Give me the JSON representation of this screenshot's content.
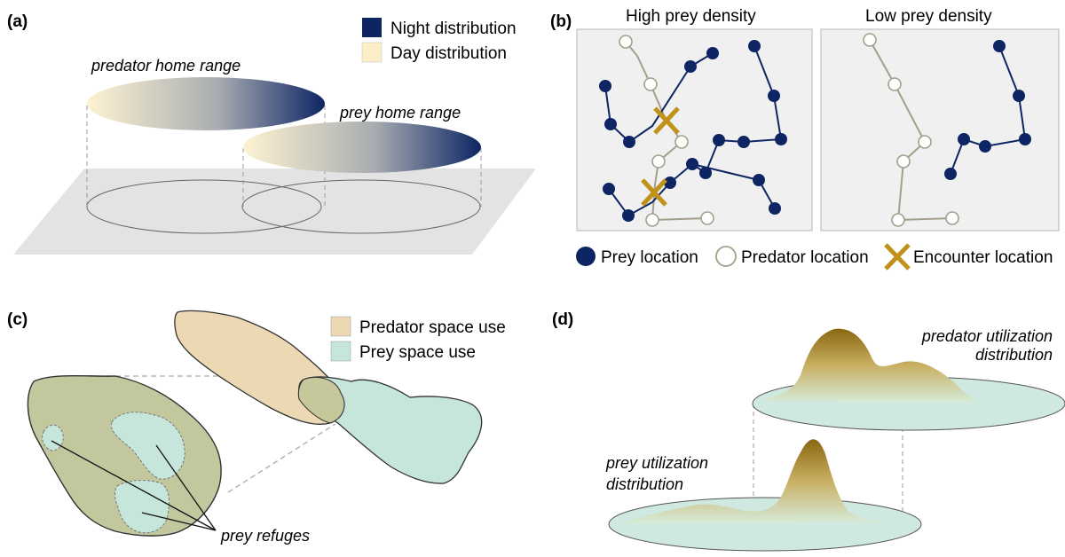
{
  "panel_a": {
    "label": "(a)",
    "legend": [
      {
        "text": "Night distribution",
        "color": "#0d2563"
      },
      {
        "text": "Day distribution",
        "color": "#fcefc8"
      }
    ],
    "predator_label": "predator home range",
    "prey_label": "prey home range"
  },
  "panel_b": {
    "label": "(b)",
    "high_title": "High prey density",
    "low_title": "Low prey density",
    "legend": {
      "prey": "Prey location",
      "predator": "Predator location",
      "encounter": "Encounter location"
    },
    "colors": {
      "prey": "#0d2563",
      "predator_stroke": "#a39f8c",
      "encounter": "#c0921a",
      "background": "#f0f0f0"
    }
  },
  "panel_c": {
    "label": "(c)",
    "legend": [
      {
        "text": "Predator space use",
        "color": "#ecd9b4"
      },
      {
        "text": "Prey space use",
        "color": "#c6e6dc"
      }
    ],
    "refuges_label": "prey refuges"
  },
  "panel_d": {
    "label": "(d)",
    "predator_label_1": "predator utilization",
    "predator_label_2": "distribution",
    "prey_label_1": "prey utilization",
    "prey_label_2": "distribution"
  }
}
